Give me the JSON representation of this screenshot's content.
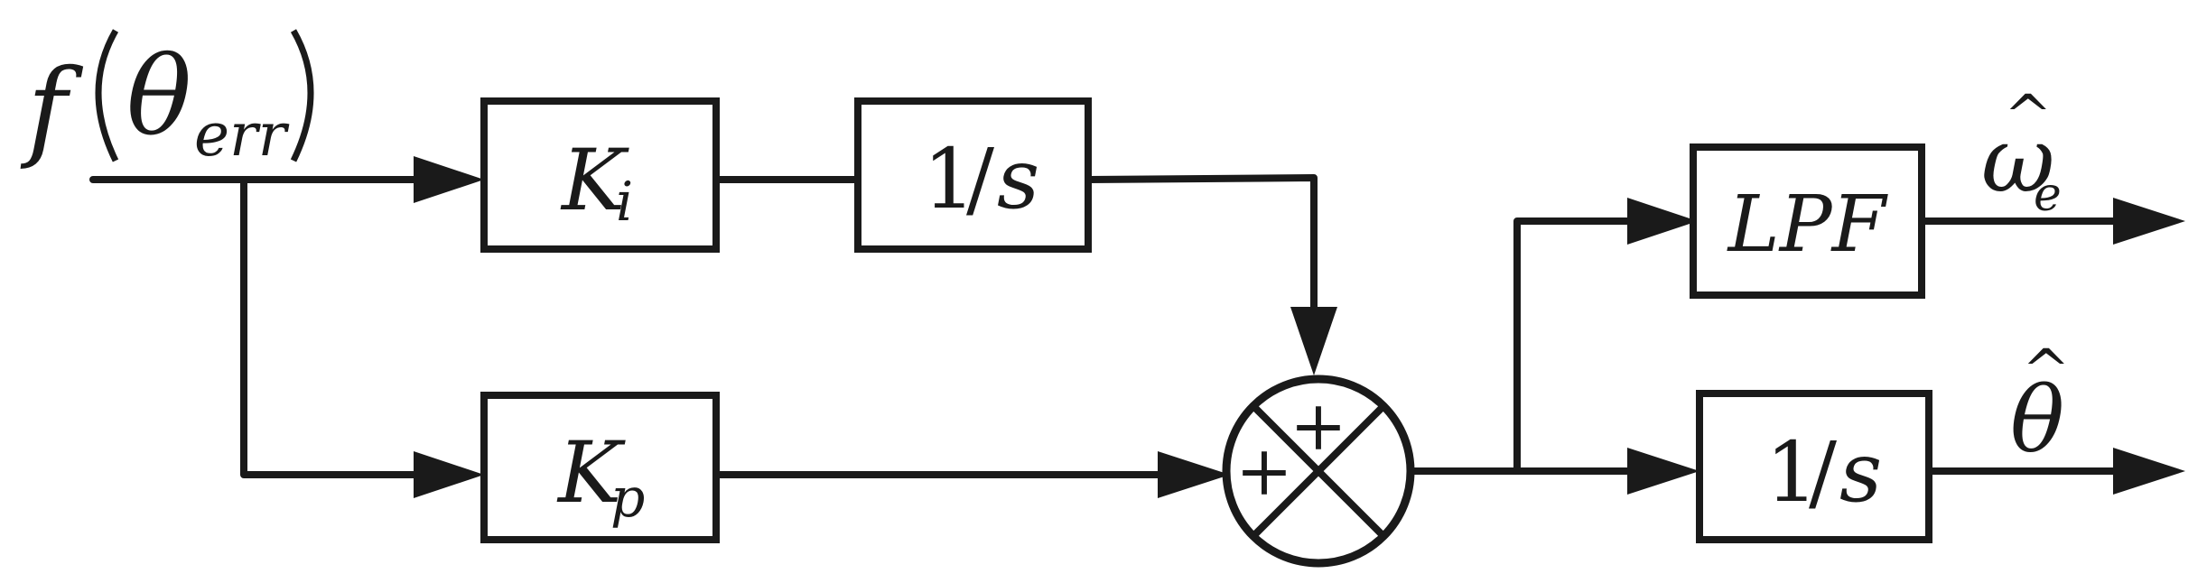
{
  "input_signal": {
    "func": "f",
    "var": "θ",
    "sub": "err"
  },
  "blocks": {
    "ki": {
      "main": "K",
      "sub": "i"
    },
    "kp": {
      "main": "K",
      "sub": "p"
    },
    "int1": {
      "num": "1",
      "slash": "/",
      "var": "s"
    },
    "lpf": {
      "label": "LPF"
    },
    "int2": {
      "num": "1",
      "slash": "/",
      "var": "s"
    }
  },
  "summer": {
    "sign_top": "+",
    "sign_left": "+"
  },
  "outputs": {
    "omega": {
      "symbol": "ω",
      "hat": "^",
      "sub": "e"
    },
    "theta": {
      "symbol": "θ",
      "hat": "^"
    }
  }
}
